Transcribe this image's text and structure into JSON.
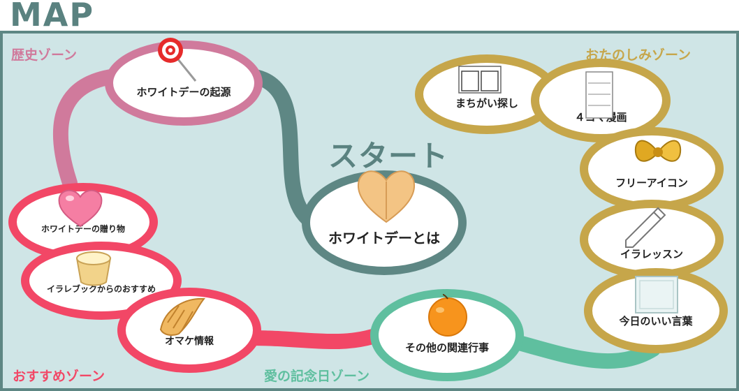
{
  "header": {
    "title": "MAP"
  },
  "zones": {
    "history": {
      "label": "歴史ゾーン",
      "color": "#d07a9c"
    },
    "fun": {
      "label": "おたのしみゾーン",
      "color": "#c6a64a"
    },
    "recommend": {
      "label": "おすすめゾーン",
      "color": "#f24766"
    },
    "anniversary": {
      "label": "愛の記念日ゾーン",
      "color": "#5fbf9f"
    }
  },
  "start": {
    "title": "スタート",
    "label": "ホワイトデーとは",
    "color": "#5e8784"
  },
  "nodes": {
    "origin": {
      "label": "ホワイトデーの起源"
    },
    "gift": {
      "label": "ホワイトデーの贈り物"
    },
    "book": {
      "label": "イラレブックからのおすすめ"
    },
    "omake": {
      "label": "オマケ情報"
    },
    "related": {
      "label": "その他の関連行事"
    },
    "spot": {
      "label": "まちがい探し"
    },
    "manga": {
      "label": "４コマ漫画"
    },
    "freeicon": {
      "label": "フリーアイコン"
    },
    "lesson": {
      "label": "イラレッスン"
    },
    "quote": {
      "label": "今日のいい言葉"
    }
  }
}
